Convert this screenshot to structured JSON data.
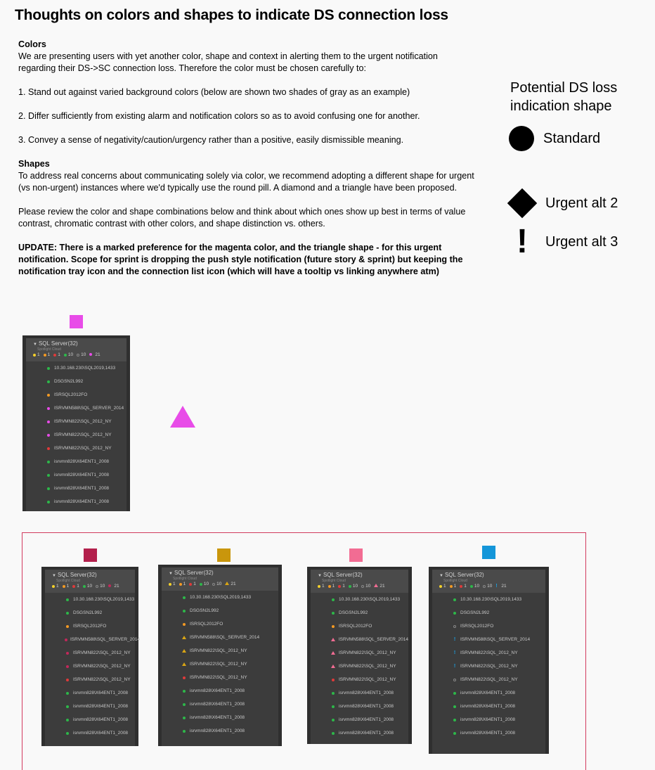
{
  "title": "Thoughts on colors and shapes to indicate DS connection loss",
  "colors_section": {
    "heading": "Colors",
    "intro": "We are presenting users with yet another color, shape and context in alerting them to the urgent notification regarding their DS->SC connection loss.   Therefore the color must be chosen carefully to:",
    "point1": "1. Stand out against varied background colors (below are shown two shades of gray as an example)",
    "point2": "2. Differ sufficiently from existing alarm and notification colors so as to avoid confusing one for another.",
    "point3": "3. Convey a sense of negativity/caution/urgency rather than a positive, easily dismissible meaning."
  },
  "shapes_section": {
    "heading": "Shapes",
    "para1": "To address real concerns about communicating solely via color, we recommend adopting a different shape for urgent (vs non-urgent) instances where we'd typically use the round pill.   A diamond and a triangle have been proposed.",
    "para2": "Please review the color and shape combinations below and think about which ones show up best in terms of value contrast, chromatic contrast with other colors, and shape distinction vs. others.",
    "update": "UPDATE: There is a marked preference for the magenta color, and the triangle shape - for this urgent notification. Scope for sprint is dropping the push style notification (future story & sprint) but keeping the notification tray icon and the connection list icon (which will have a tooltip vs linking anywhere atm)"
  },
  "legend": {
    "title": "Potential DS loss indication shape",
    "standard": "Standard",
    "alt2": "Urgent alt 2",
    "alt3": "Urgent alt 3"
  },
  "panel_text": {
    "group_title": "SQL Server(32)",
    "group_sub": "Spotlight Cloud",
    "counts": [
      "1",
      "1",
      "1",
      "10",
      "10",
      "21"
    ],
    "servers": [
      "10.30.168.230\\SQL2019,1433",
      "DSGSN2L992",
      "ISRSQL2012FO",
      "ISRVMN588\\SQL_SERVER_2014",
      "ISRVMN822\\SQL_2012_NY",
      "ISRVMN822\\SQL_2012_NY",
      "ISRVMN822\\SQL_2012_NY",
      "isrvmn828\\X64ENT1_2008",
      "isrvmn828\\X64ENT1_2008",
      "isrvmn828\\X64ENT1_2008",
      "isrvmn828\\X64ENT1_2008"
    ]
  },
  "colors": {
    "magenta": "#e84ce8",
    "crimson": "#b3204c",
    "gold": "#c9960c",
    "pink": "#f26c93",
    "blue": "#1496d9",
    "green": "#2db84a",
    "orange": "#f59a23",
    "yellow": "#f5d12a",
    "red": "#e03a3a",
    "grey": "#8a8a8a"
  },
  "variants": [
    {
      "name": "magenta",
      "swatch": "#e84ce8",
      "marker": "dot",
      "urgent": "#e84ce8"
    },
    {
      "name": "crimson",
      "swatch": "#b3204c",
      "marker": "dot",
      "urgent": "#c2285a"
    },
    {
      "name": "gold",
      "swatch": "#c9960c",
      "marker": "triangle",
      "urgent": "#d9a514"
    },
    {
      "name": "pink",
      "swatch": "#f26c93",
      "marker": "triangle",
      "urgent": "#f26c93"
    },
    {
      "name": "blue",
      "swatch": "#1496d9",
      "marker": "bang",
      "urgent": "#1aa3e6"
    }
  ]
}
